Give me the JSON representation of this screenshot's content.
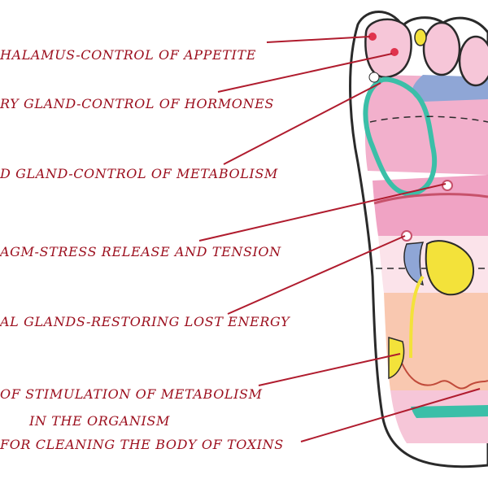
{
  "colors": {
    "label_text": "#9b0d1c",
    "leader_line": "#b01c2e",
    "outline": "#2a2a2a",
    "toe_pink": "#f6c6d8",
    "upper_pink": "#f2b0cc",
    "blue": "#8fa6d6",
    "teal": "#3bbfa8",
    "yellow": "#f3e23a",
    "peach": "#f9c8b0",
    "red_dot": "#e0334d"
  },
  "labels": [
    {
      "id": "hypothalamus",
      "text": "HALAMUS-CONTROL OF APPETITE"
    },
    {
      "id": "pituitary",
      "text": "RY GLAND-CONTROL OF HORMONES"
    },
    {
      "id": "thyroid",
      "text": "D GLAND-CONTROL OF METABOLISM"
    },
    {
      "id": "diaphragm",
      "text": "AGM-STRESS RELEASE AND TENSION"
    },
    {
      "id": "adrenal",
      "text": "AL GLANDS-RESTORING LOST ENERGY"
    },
    {
      "id": "metabolism_1",
      "text": "OF STIMULATION OF METABOLISM"
    },
    {
      "id": "metabolism_2",
      "text": "IN THE ORGANISM"
    },
    {
      "id": "toxins",
      "text": "FOR CLEANING THE BODY OF TOXINS"
    }
  ]
}
